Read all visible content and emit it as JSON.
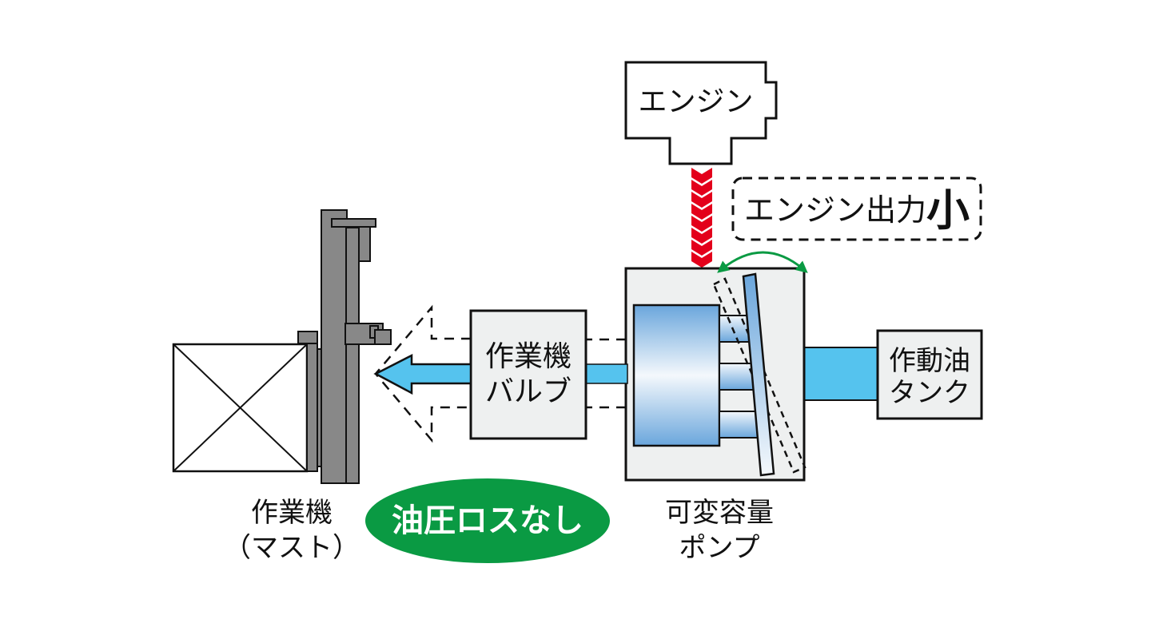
{
  "diagram": {
    "engine": {
      "label": "エンジン"
    },
    "engine_output": {
      "label": "エンジン出力",
      "emphasis": "小"
    },
    "pump": {
      "label_line1": "可変容量",
      "label_line2": "ポンプ"
    },
    "valve": {
      "label_line1": "作業機",
      "label_line2": "バルブ"
    },
    "tank": {
      "label_line1": "作動油",
      "label_line2": "タンク"
    },
    "mast": {
      "label_line1": "作業機",
      "label_line2": "（マスト）"
    },
    "badge": {
      "label": "油圧ロスなし"
    },
    "colors": {
      "oil_flow": "#55c3ee",
      "engine_power": "#e3001b",
      "badge": "#0a9a43",
      "swash_arrow": "#0a9a43",
      "mast": "#888888",
      "box_fill": "#eef0f0"
    }
  }
}
